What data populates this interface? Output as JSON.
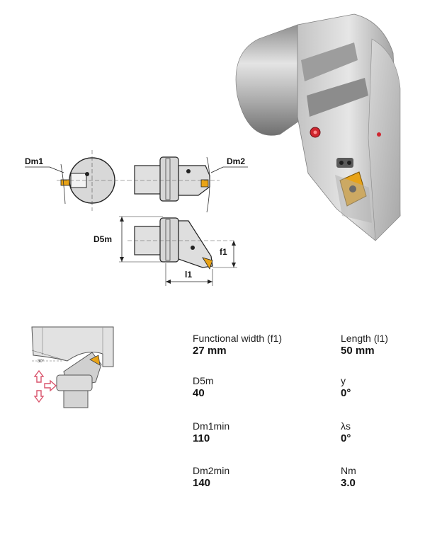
{
  "drawing": {
    "labels": {
      "dm1": "Dm1",
      "dm2": "Dm2",
      "d5m": "D5m",
      "f1": "f1",
      "l1": "l1"
    }
  },
  "mount_diagram": {
    "angle_label": "30°"
  },
  "specs": [
    {
      "label": "Functional width (f1)",
      "value": "27 mm"
    },
    {
      "label": "Length (l1)",
      "value": "50 mm"
    },
    {
      "label": "D5m",
      "value": "40"
    },
    {
      "label": "y",
      "value": "0°"
    },
    {
      "label": "Dm1min",
      "value": "110"
    },
    {
      "label": "λs",
      "value": "0°"
    },
    {
      "label": "Dm2min",
      "value": "140"
    },
    {
      "label": "Nm",
      "value": "3.0"
    }
  ],
  "colors": {
    "insert": "#e8a317",
    "accent_red": "#d0262f",
    "steel": "#b9b9b9",
    "arrow_pink": "#d9536b"
  }
}
